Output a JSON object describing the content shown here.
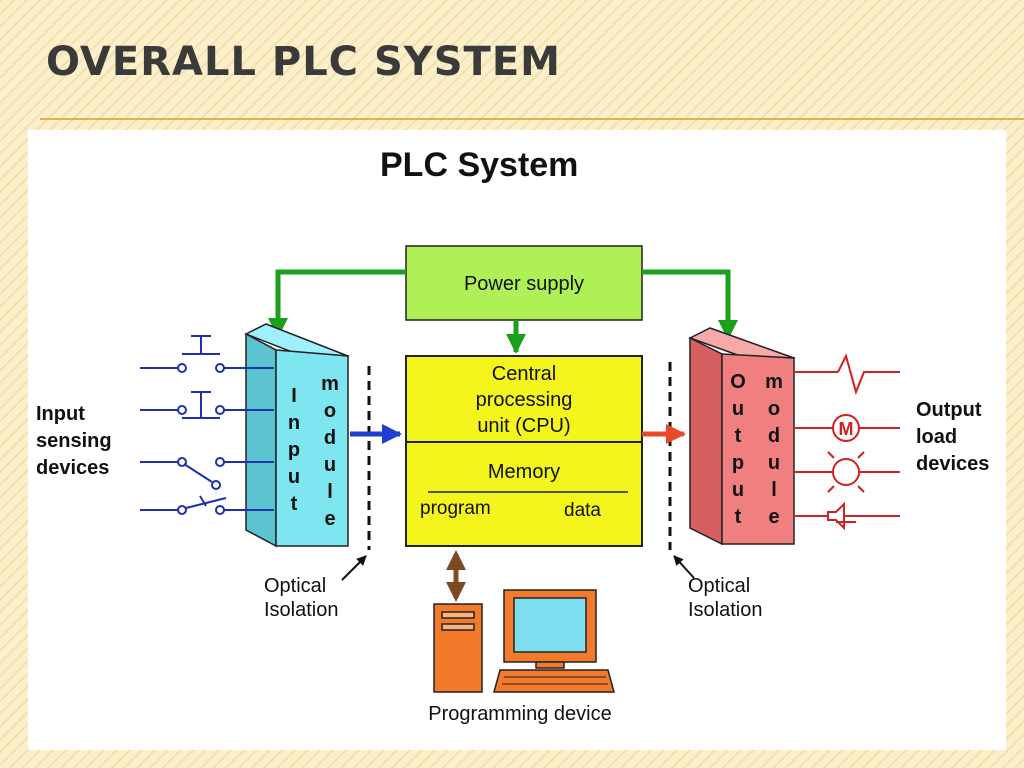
{
  "slide": {
    "title": "OVERALL PLC SYSTEM"
  },
  "diagram": {
    "title": "PLC System",
    "power_supply": "Power supply",
    "cpu": [
      "Central",
      "processing",
      "unit (CPU)"
    ],
    "memory": "Memory",
    "memory_program": "program",
    "memory_data": "data",
    "input_module": {
      "col1": [
        "I",
        "n",
        "p",
        "u",
        "t"
      ],
      "col2": [
        "m",
        "o",
        "d",
        "u",
        "l",
        "e"
      ]
    },
    "output_module": {
      "col1": [
        "O",
        "u",
        "t",
        "p",
        "u",
        "t"
      ],
      "col2": [
        "m",
        "o",
        "d",
        "u",
        "l",
        "e"
      ]
    },
    "input_label": [
      "Input",
      "sensing",
      "devices"
    ],
    "output_label": [
      "Output",
      "load",
      "devices"
    ],
    "optical_left": [
      "Optical",
      "Isolation"
    ],
    "optical_right": [
      "Optical",
      "Isolation"
    ],
    "motor_letter": "M",
    "programming_device": "Programming device",
    "colors": {
      "power_arrow": "#1aa01a",
      "power_box": "#aef055",
      "cpu_box": "#f5f51e",
      "input_module": "#7de6f0",
      "output_module": "#f08080",
      "input_arrow": "#1f3fd0",
      "output_arrow": "#e84a2a",
      "device_wire": "#1f2fb0",
      "load_wire": "#d21f1f",
      "program_arrow": "#7a4a22",
      "computer": "#f27a2a",
      "screen": "#7fdff0"
    }
  }
}
